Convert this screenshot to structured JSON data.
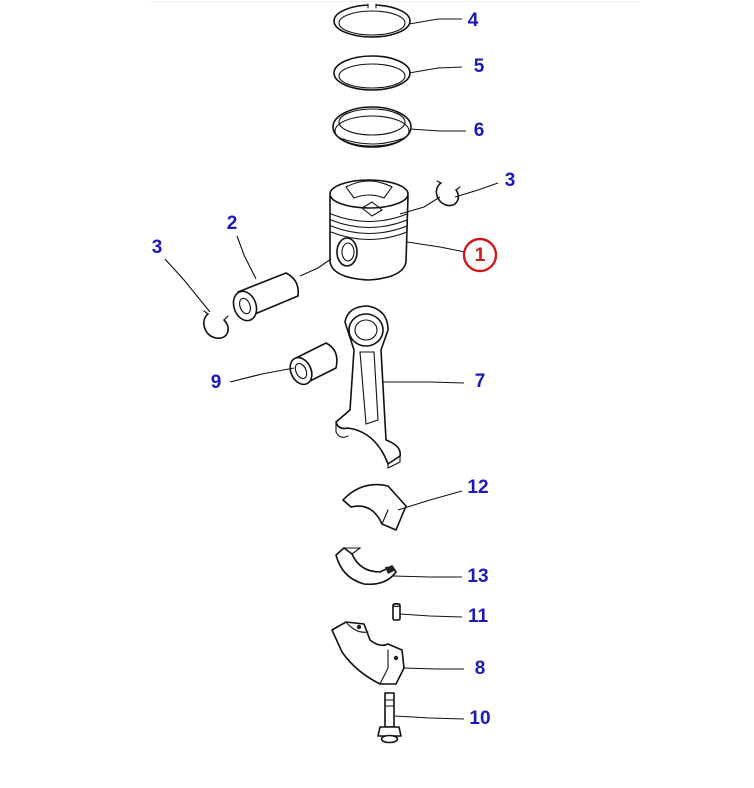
{
  "diagram": {
    "highlight_color": "#d01818",
    "label_color": "#1a1ab8",
    "callouts": {
      "ring_4": "4",
      "ring_5": "5",
      "ring_6": "6",
      "snap_ring_right": "3",
      "piston": "1",
      "piston_pin": "2",
      "snap_ring_left": "3",
      "bushing": "9",
      "connecting_rod": "7",
      "bearing_upper": "12",
      "bearing_lower": "13",
      "dowel_pin": "11",
      "rod_cap": "8",
      "bolt": "10"
    }
  }
}
